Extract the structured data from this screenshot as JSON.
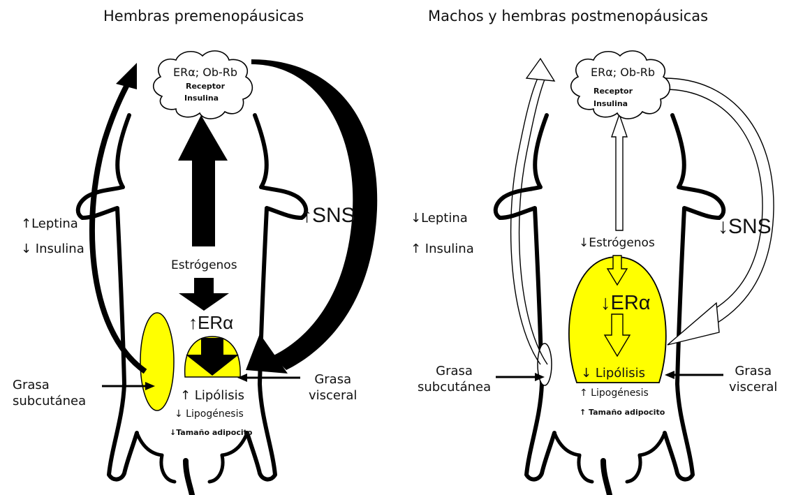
{
  "colors": {
    "fat_fill": "#ffff00",
    "fat_light": "#ffff80",
    "outline": "#000000"
  },
  "left_panel": {
    "title": "Hembras premenopáusicas",
    "cloud_line1": "ERα; Ob-Rb",
    "cloud_line2": "Receptor",
    "cloud_line3": "Insulina",
    "hormone1": "↑Leptina",
    "hormone2": "↓ Insulina",
    "sns": "↑SNS",
    "estrogen": "Estrógenos",
    "er_alpha": "↑ERα",
    "lipolysis": "↑ Lipólisis",
    "lipogenesis": "↓ Lipogénesis",
    "adipocyte": "↓Tamaño adipocito",
    "subcutaneous_l1": "Grasa",
    "subcutaneous_l2": "subcutánea",
    "visceral_l1": "Grasa",
    "visceral_l2": "visceral"
  },
  "right_panel": {
    "title": "Machos y hembras postmenopáusicas",
    "cloud_line1": "ERα; Ob-Rb",
    "cloud_line2": "Receptor",
    "cloud_line3": "Insulina",
    "hormone1": "↓Leptina",
    "hormone2": "↑ Insulina",
    "sns": "↓SNS",
    "estrogen": "↓Estrógenos",
    "er_alpha": "↓ERα",
    "lipolysis": "↓ Lipólisis",
    "lipogenesis": "↑ Lipogénesis",
    "adipocyte": "↑ Tamaño adipocito",
    "subcutaneous_l1": "Grasa",
    "subcutaneous_l2": "subcutánea",
    "visceral_l1": "Grasa",
    "visceral_l2": "visceral"
  }
}
